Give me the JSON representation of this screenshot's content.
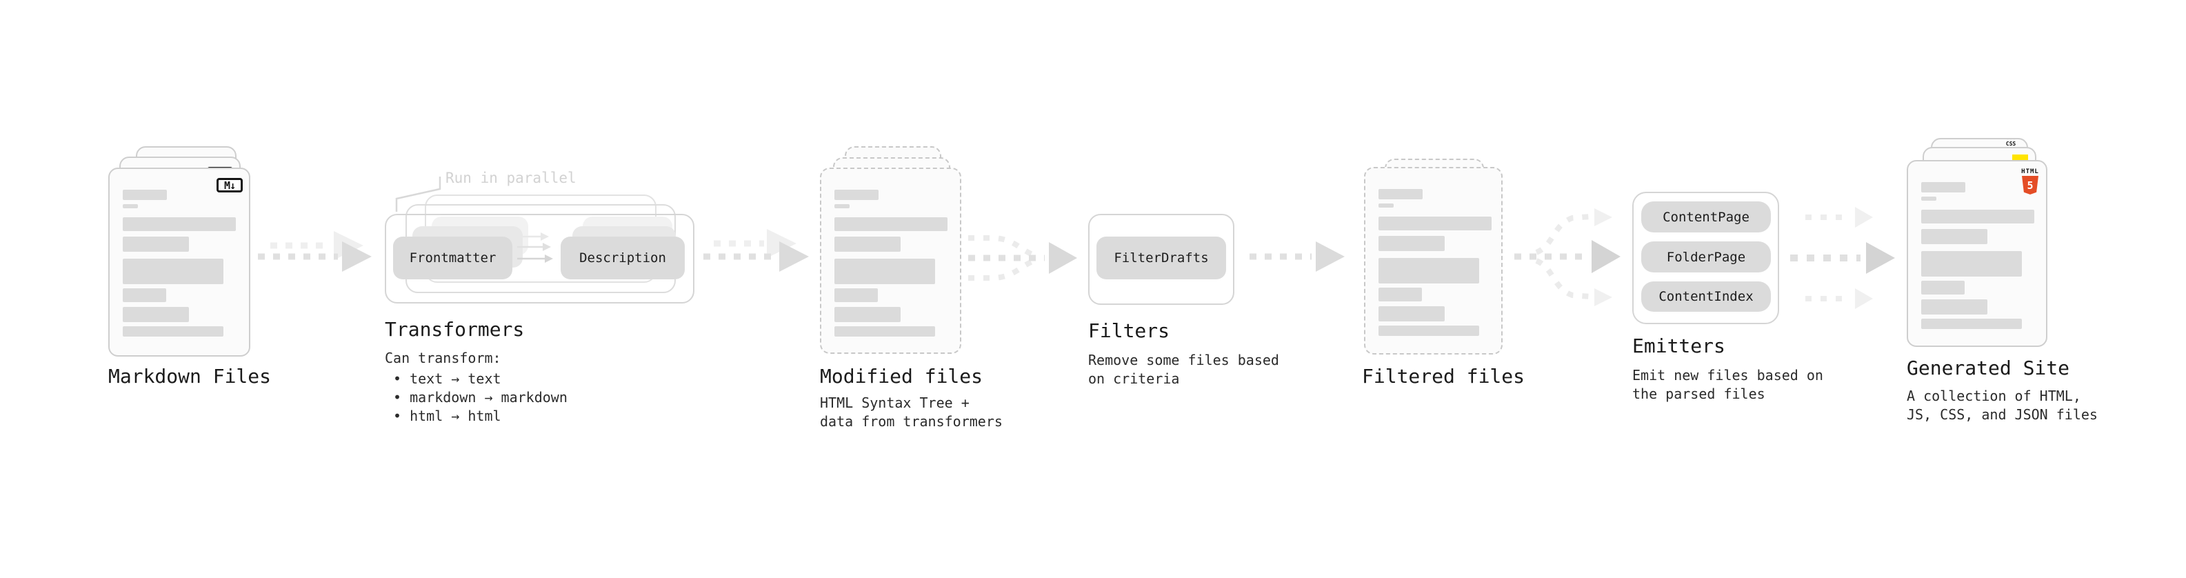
{
  "colors": {
    "html5_orange": "#E44D26",
    "js_yellow": "#FFE400",
    "css_blue": "#2E5BE8"
  },
  "markdown_files": {
    "label": "Markdown Files",
    "badge": "M↓"
  },
  "transformers": {
    "annotation": "Run in parallel",
    "step1": "Frontmatter",
    "step2": "Description",
    "label": "Transformers",
    "desc_intro": "Can transform:",
    "bullet1": "• text → text",
    "bullet2": "• markdown → markdown",
    "bullet3": "• html → html"
  },
  "modified_files": {
    "label": "Modified files",
    "desc_line1": "HTML Syntax Tree +",
    "desc_line2": "data from transformers"
  },
  "filters": {
    "step1": "FilterDrafts",
    "label": "Filters",
    "desc_line1": "Remove some files based",
    "desc_line2": "on criteria"
  },
  "filtered_files": {
    "label": "Filtered files"
  },
  "emitters": {
    "step1": "ContentPage",
    "step2": "FolderPage",
    "step3": "ContentIndex",
    "label": "Emitters",
    "desc_line1": "Emit new files based on",
    "desc_line2": "the parsed files"
  },
  "generated_site": {
    "label": "Generated Site",
    "desc_line1": "A collection of HTML,",
    "desc_line2": "JS, CSS, and JSON files",
    "html_badge": "HTML",
    "html_badge_number": "5",
    "css_badge": "CSS"
  }
}
